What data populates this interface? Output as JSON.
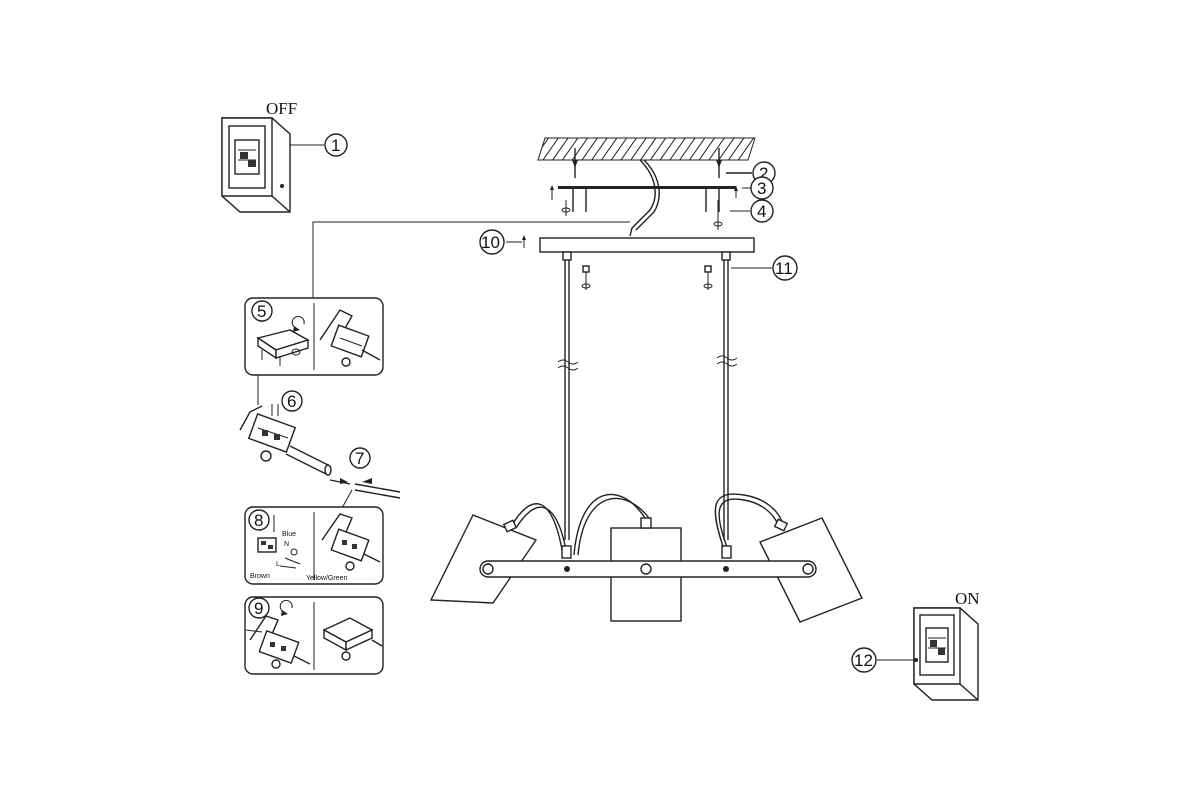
{
  "labels": {
    "off": "OFF",
    "on": "ON",
    "wire_blue": "Blue",
    "wire_brown": "Brown",
    "wire_yellow_green": "Yellow/Green",
    "wire_n": "N",
    "wire_l": "L"
  },
  "callouts": [
    "1",
    "2",
    "3",
    "4",
    "5",
    "6",
    "7",
    "8",
    "9",
    "10",
    "11",
    "12"
  ],
  "colors": {
    "line": "#222222",
    "background": "#ffffff"
  }
}
